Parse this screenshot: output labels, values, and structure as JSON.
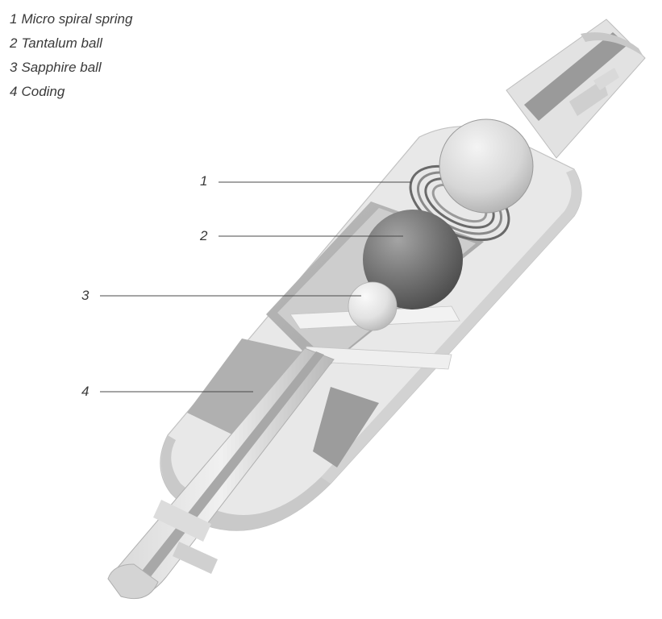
{
  "legend": [
    {
      "number": "1",
      "label": "Micro spiral spring"
    },
    {
      "number": "2",
      "label": "Tantalum ball"
    },
    {
      "number": "3",
      "label": "Sapphire ball"
    },
    {
      "number": "4",
      "label": "Coding"
    }
  ],
  "callouts": [
    "1",
    "2",
    "3",
    "4"
  ],
  "colors": {
    "background": "#ffffff",
    "body_light": "#e6e6e6",
    "body_mid": "#cfcfcf",
    "body_shadow": "#b3b3b3",
    "tantalum_ball": "#707070",
    "sapphire_ball": "#e4e4e4",
    "leader_line": "#4a4a4a",
    "text": "#3a3a3a"
  }
}
